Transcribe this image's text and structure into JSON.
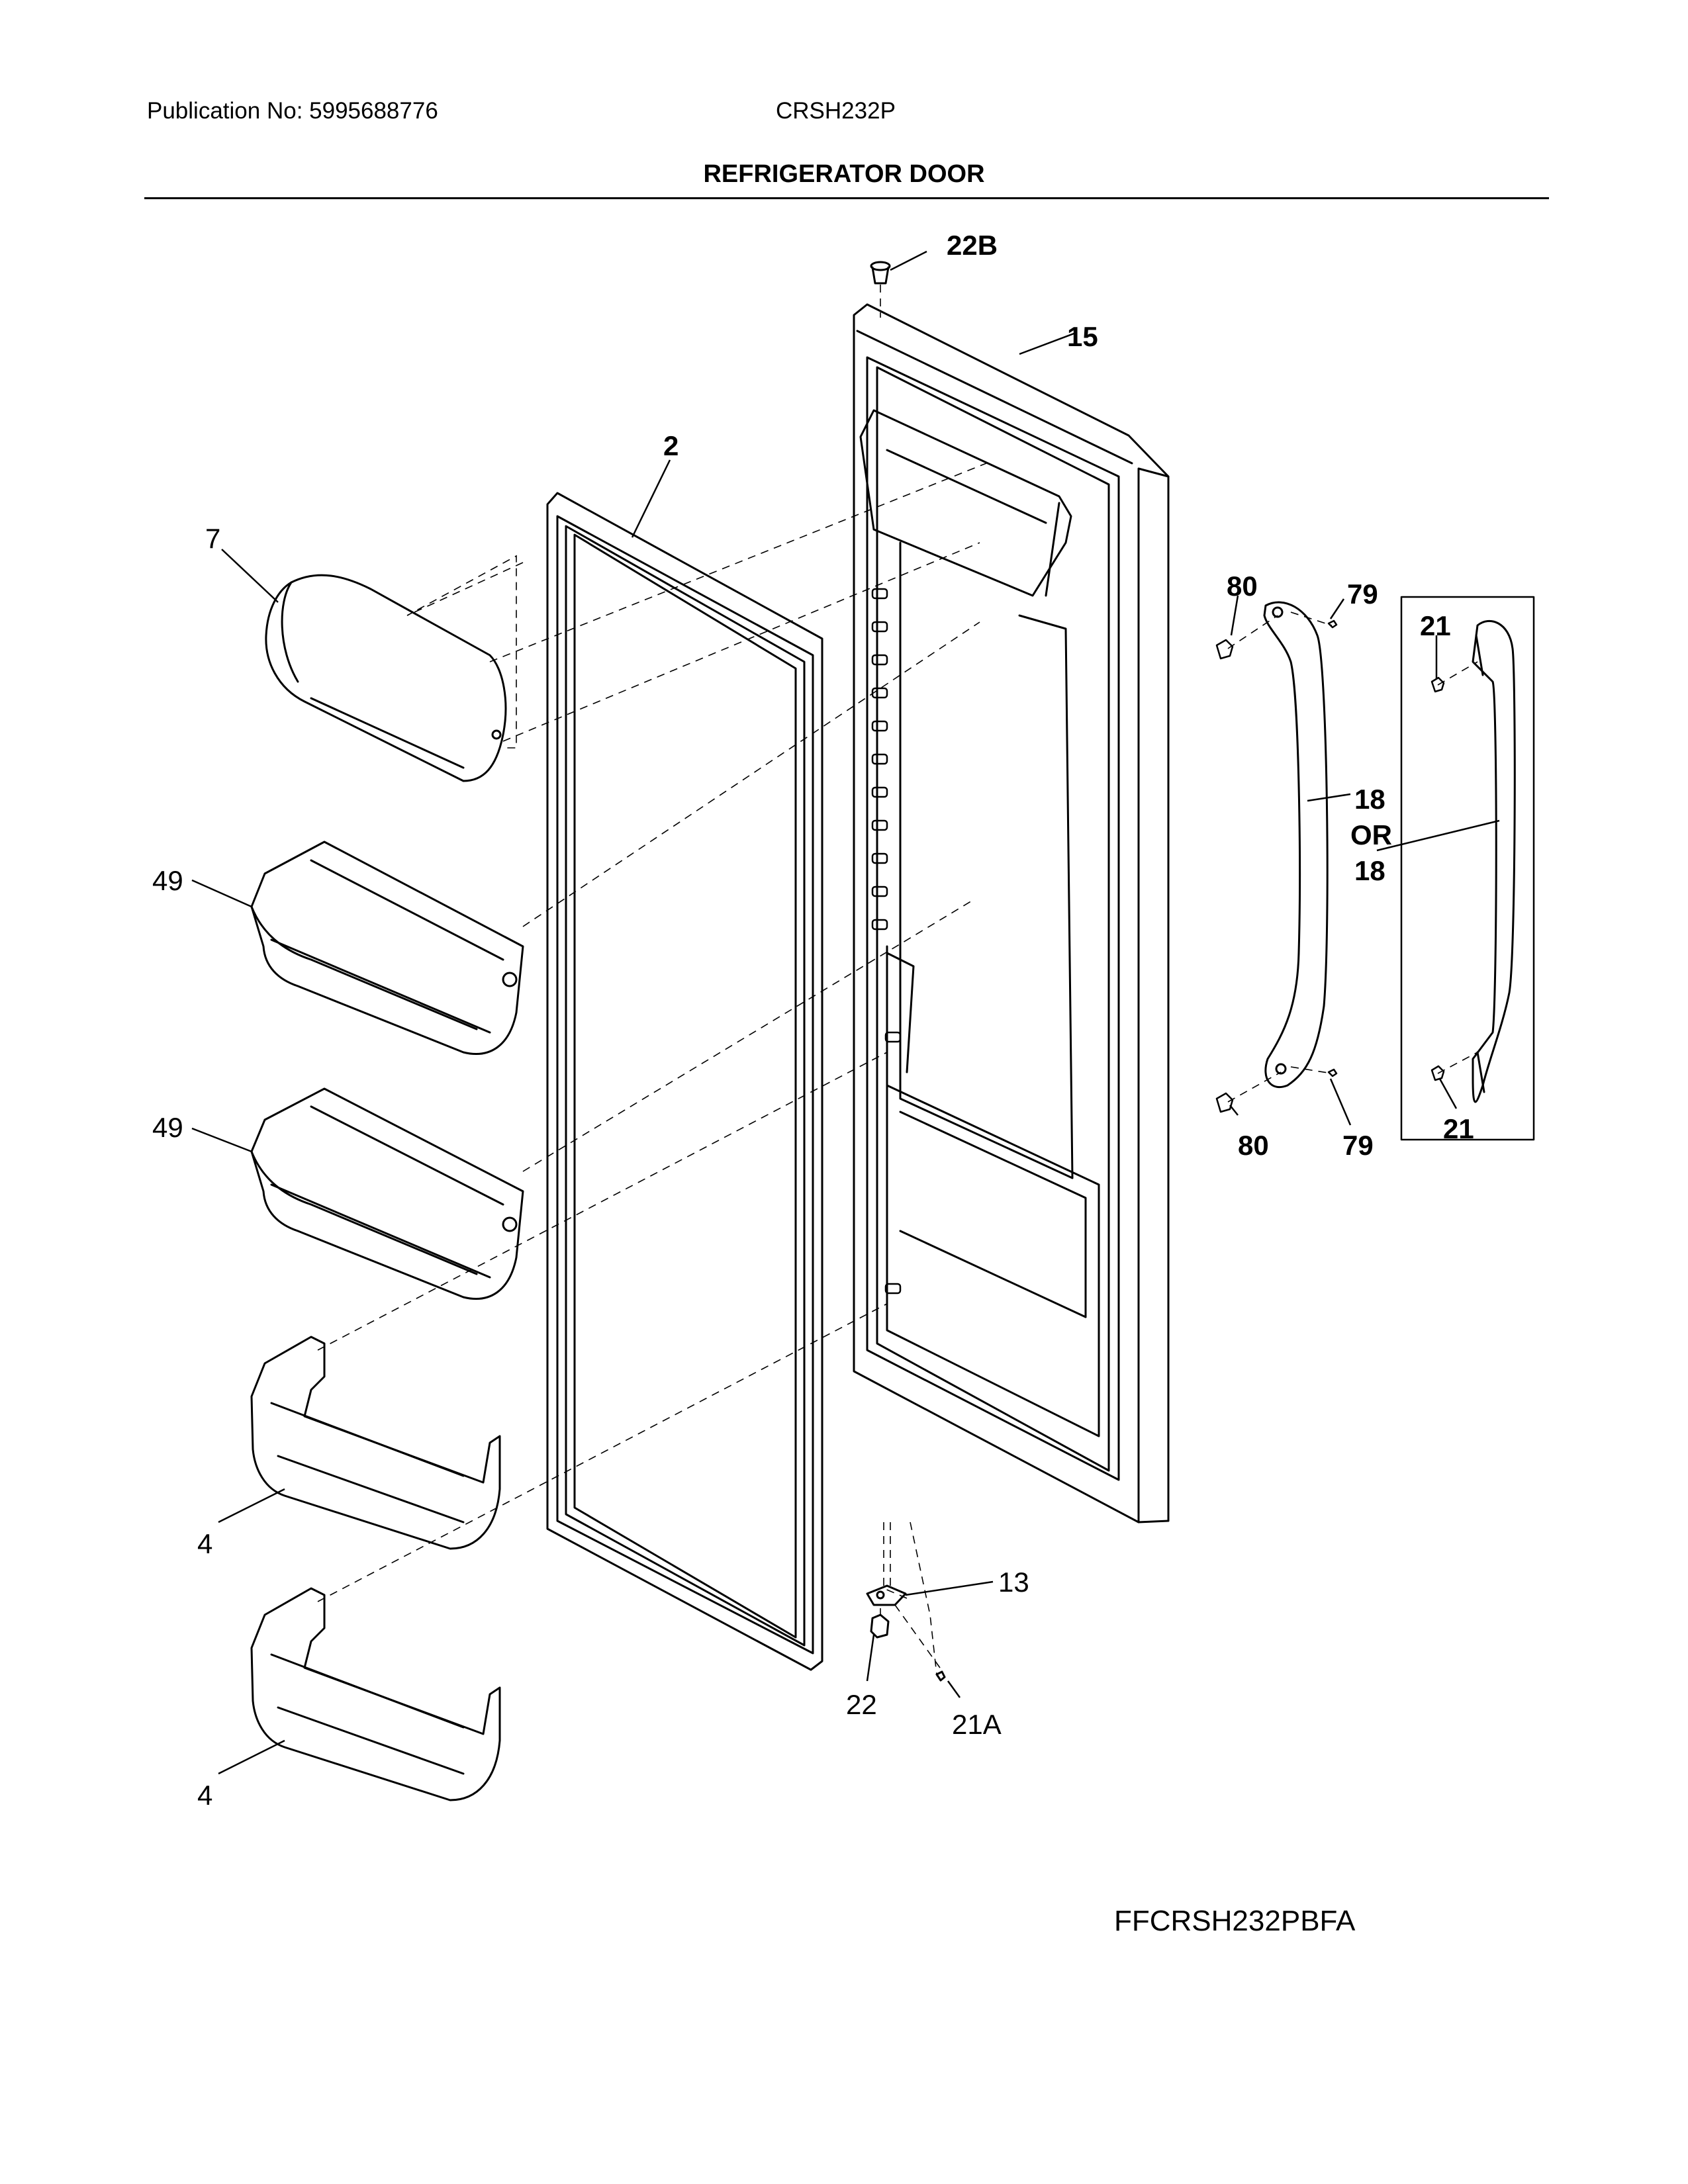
{
  "header": {
    "publication": "Publication No: 5995688776",
    "model": "CRSH232P"
  },
  "title": "REFRIGERATOR DOOR",
  "diagram_code": "FFCRSH232PBFA",
  "callouts": {
    "c22b": "22B",
    "c15": "15",
    "c2": "2",
    "c7": "7",
    "c49a": "49",
    "c49b": "49",
    "c4a": "4",
    "c4b": "4",
    "c80a": "80",
    "c79a": "79",
    "c80b": "80",
    "c79b": "79",
    "c21a": "21",
    "c21b": "21",
    "c18a": "18",
    "cor": "OR",
    "c18b": "18",
    "c13": "13",
    "c22": "22",
    "c21A": "21A"
  }
}
